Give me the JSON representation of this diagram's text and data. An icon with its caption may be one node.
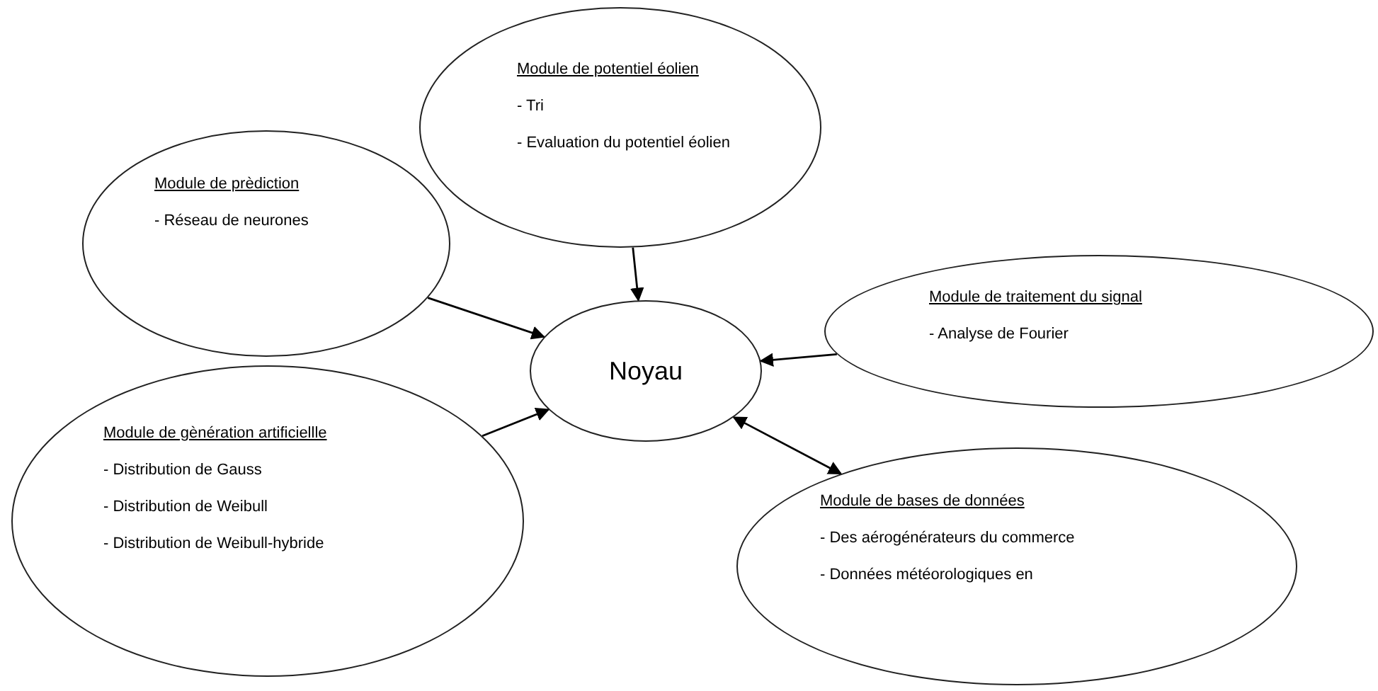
{
  "diagram": {
    "nodes": [
      {
        "text": [
          "Module de potentiel éolien",
          "- Tri",
          "- Evaluation du potentiel éolien"
        ]
      },
      {
        "text": [
          "Module de prèdiction",
          "- Réseau de neurones"
        ]
      },
      {
        "text": [
          "Noyau"
        ]
      },
      {
        "text": [
          "Module de traitement du signal",
          "- Analyse de Fourier"
        ]
      },
      {
        "text": [
          "Module de gènération artificiellle",
          "- Distribution de Gauss",
          "- Distribution de Weibull",
          "- Distribution de Weibull-hybride"
        ]
      },
      {
        "text": [
          "Module de bases de données",
          "- Des aérogénérateurs du commerce",
          "- Données météorologiques en"
        ]
      }
    ],
    "edges": [
      {
        "from": 0,
        "to": 2,
        "arrow": "to"
      },
      {
        "from": 1,
        "to": 2,
        "arrow": "to"
      },
      {
        "from": 3,
        "to": 2,
        "arrow": "to"
      },
      {
        "from": 4,
        "to": 2,
        "arrow": "to"
      },
      {
        "from": 2,
        "to": 5,
        "arrow": "both"
      }
    ]
  }
}
